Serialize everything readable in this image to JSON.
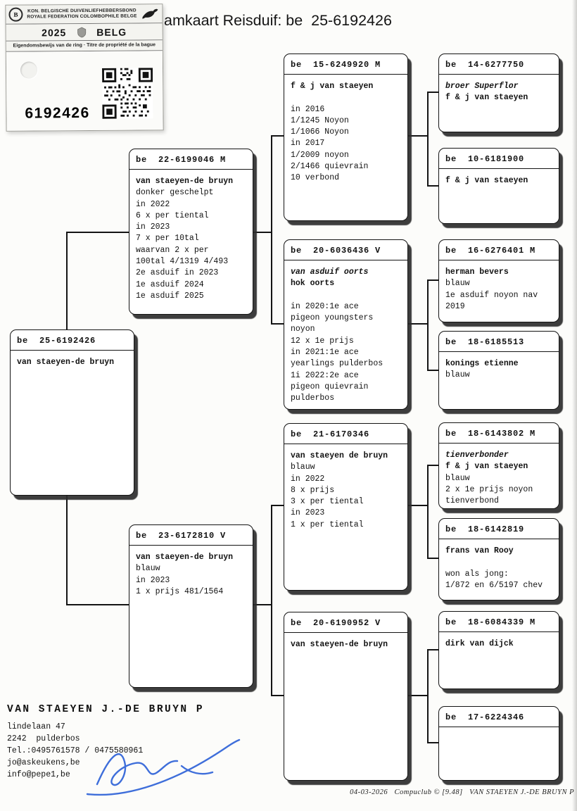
{
  "title": "amkaart Reisduif: be  25-6192426",
  "stamp": {
    "federation_line1": "KON. BELGISCHE DUIVENLIEFHEBBERSBOND",
    "federation_line2": "ROYALE FEDERATION COLOMBOPHILE BELGE",
    "year": "2025",
    "country": "BELG",
    "ownership_text": "Eigendomsbewijs van de ring · Titre de propriété de la bague",
    "ring_number": "6192426",
    "seal_letter": "B"
  },
  "tree": {
    "boxes": {
      "subject": {
        "ring": "be  25-6192426",
        "lines": [
          {
            "text": "van staeyen-de bruyn",
            "style": "b"
          }
        ]
      },
      "father": {
        "ring": "be  22-6199046 M",
        "lines": [
          {
            "text": "van staeyen-de bruyn",
            "style": "b"
          },
          {
            "text": "donker geschelpt",
            "style": "n"
          },
          {
            "text": "in 2022",
            "style": "n"
          },
          {
            "text": "6 x per tiental",
            "style": "n"
          },
          {
            "text": "in 2023",
            "style": "n"
          },
          {
            "text": "7 x per 10tal",
            "style": "n"
          },
          {
            "text": "waarvan 2 x per",
            "style": "n"
          },
          {
            "text": "100tal 4/1319 4/493",
            "style": "n"
          },
          {
            "text": "2e asduif in 2023",
            "style": "n"
          },
          {
            "text": "1e asduif 2024",
            "style": "n"
          },
          {
            "text": "1e asduif 2025",
            "style": "n"
          }
        ]
      },
      "mother": {
        "ring": "be  23-6172810 V",
        "lines": [
          {
            "text": "van staeyen-de bruyn",
            "style": "b"
          },
          {
            "text": "blauw",
            "style": "n"
          },
          {
            "text": "in 2023",
            "style": "n"
          },
          {
            "text": "1 x prijs 481/1564",
            "style": "n"
          }
        ]
      },
      "pgf": {
        "ring": "be  15-6249920 M",
        "lines": [
          {
            "text": "f & j van staeyen",
            "style": "b"
          },
          {
            "text": "",
            "style": "n"
          },
          {
            "text": "in 2016",
            "style": "n"
          },
          {
            "text": "1/1245 Noyon",
            "style": "n"
          },
          {
            "text": "1/1066 Noyon",
            "style": "n"
          },
          {
            "text": "in 2017",
            "style": "n"
          },
          {
            "text": "1/2009 noyon",
            "style": "n"
          },
          {
            "text": "2/1466 quievrain",
            "style": "n"
          },
          {
            "text": "10 verbond",
            "style": "n"
          }
        ]
      },
      "pgm": {
        "ring": "be  20-6036436 V",
        "lines": [
          {
            "text": "van asduif oorts",
            "style": "bi"
          },
          {
            "text": "hok oorts",
            "style": "b"
          },
          {
            "text": "",
            "style": "n"
          },
          {
            "text": "in 2020:1e ace",
            "style": "n"
          },
          {
            "text": "pigeon youngsters",
            "style": "n"
          },
          {
            "text": "noyon",
            "style": "n"
          },
          {
            "text": "12 x 1e prijs",
            "style": "n"
          },
          {
            "text": "in 2021:1e ace",
            "style": "n"
          },
          {
            "text": "yearlings pulderbos",
            "style": "n"
          },
          {
            "text": "1i 2022:2e ace",
            "style": "n"
          },
          {
            "text": "pigeon quievrain",
            "style": "n"
          },
          {
            "text": "pulderbos",
            "style": "n"
          }
        ]
      },
      "mgf": {
        "ring": "be  21-6170346",
        "lines": [
          {
            "text": "van staeyen de bruyn",
            "style": "b"
          },
          {
            "text": "blauw",
            "style": "n"
          },
          {
            "text": "in 2022",
            "style": "n"
          },
          {
            "text": "8 x prijs",
            "style": "n"
          },
          {
            "text": "3 x per tiental",
            "style": "n"
          },
          {
            "text": "in 2023",
            "style": "n"
          },
          {
            "text": "1 x per tiental",
            "style": "n"
          }
        ]
      },
      "mgm": {
        "ring": "be  20-6190952 V",
        "lines": [
          {
            "text": "van staeyen-de bruyn",
            "style": "b"
          }
        ]
      },
      "ggf1": {
        "ring": "be  14-6277750",
        "lines": [
          {
            "text": "broer Superflor",
            "style": "bi"
          },
          {
            "text": "f & j van staeyen",
            "style": "b"
          }
        ]
      },
      "ggm1": {
        "ring": "be  10-6181900",
        "lines": [
          {
            "text": "f & j van staeyen",
            "style": "b"
          }
        ]
      },
      "ggf2": {
        "ring": "be  16-6276401 M",
        "lines": [
          {
            "text": "herman bevers",
            "style": "b"
          },
          {
            "text": "blauw",
            "style": "n"
          },
          {
            "text": "1e asduif noyon nav",
            "style": "n"
          },
          {
            "text": "2019",
            "style": "n"
          }
        ]
      },
      "ggm2": {
        "ring": "be  18-6185513",
        "lines": [
          {
            "text": "konings etienne",
            "style": "b"
          },
          {
            "text": "blauw",
            "style": "n"
          }
        ]
      },
      "ggf3": {
        "ring": "be  18-6143802 M",
        "lines": [
          {
            "text": "tienverbonder",
            "style": "bi"
          },
          {
            "text": "f & j van staeyen",
            "style": "b"
          },
          {
            "text": "blauw",
            "style": "n"
          },
          {
            "text": "2 x 1e prijs noyon",
            "style": "n"
          },
          {
            "text": "tienverbond",
            "style": "n"
          }
        ]
      },
      "ggm3": {
        "ring": "be  18-6142819",
        "lines": [
          {
            "text": "frans van Rooy",
            "style": "b"
          },
          {
            "text": "",
            "style": "n"
          },
          {
            "text": "won als jong:",
            "style": "n"
          },
          {
            "text": "1/872 en 6/5197 chev",
            "style": "n"
          }
        ]
      },
      "ggf4": {
        "ring": "be  18-6084339 M",
        "lines": [
          {
            "text": "dirk van dijck",
            "style": "b"
          }
        ]
      },
      "ggm4": {
        "ring": "be  17-6224346",
        "lines": []
      }
    }
  },
  "owner": {
    "name": "VAN STAEYEN J.-DE BRUYN P",
    "lines": [
      "lindelaan 47",
      "2242  pulderbos",
      "Tel.:0495761578 / 0475580961",
      "jo@askeukens,be",
      "info@pepe1,be"
    ]
  },
  "footer": {
    "text": "04-03-2026   Compuclub © [9.48]   VAN STAEYEN J.-DE BRUYN P"
  }
}
